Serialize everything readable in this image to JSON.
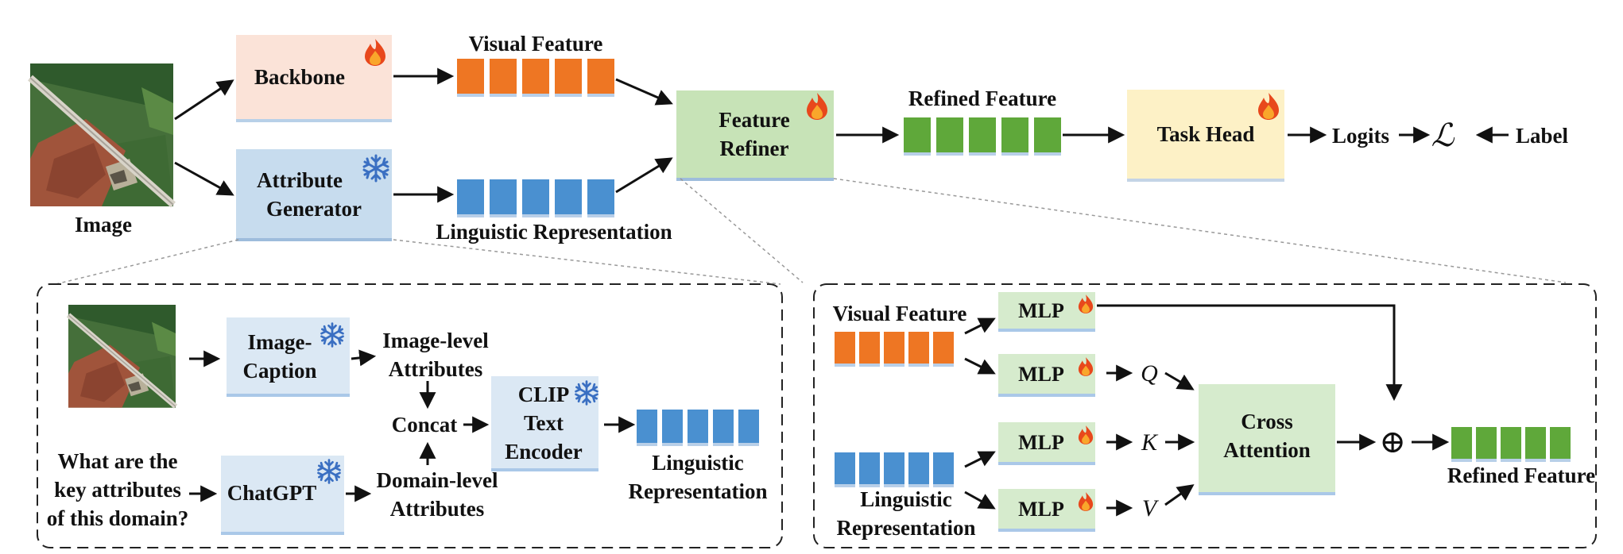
{
  "top": {
    "image_label": "Image",
    "backbone": "Backbone",
    "attribute_generator": [
      "Attribute",
      "Generator"
    ],
    "visual_feature": "Visual Feature",
    "linguistic_representation": "Linguistic Representation",
    "feature_refiner": [
      "Feature",
      "Refiner"
    ],
    "refined_feature": "Refined Feature",
    "task_head": "Task Head",
    "logits": "Logits",
    "loss_symbol": "ℒ",
    "label": "Label"
  },
  "left_panel": {
    "image_caption": [
      "Image-",
      "Caption"
    ],
    "image_level_attributes": [
      "Image-level",
      "Attributes"
    ],
    "concat": "Concat",
    "clip_encoder": [
      "CLIP",
      "Text",
      "Encoder"
    ],
    "linguistic_representation": [
      "Linguistic",
      "Representation"
    ],
    "question": [
      "What are the",
      "key attributes",
      "of this domain?"
    ],
    "chatgpt": "ChatGPT",
    "domain_level_attributes": [
      "Domain-level",
      "Attributes"
    ]
  },
  "right_panel": {
    "visual_feature": "Visual Feature",
    "linguistic_representation": [
      "Linguistic",
      "Representation"
    ],
    "mlp": "MLP",
    "q": "Q",
    "k": "K",
    "v": "V",
    "cross_attention": [
      "Cross",
      "Attention"
    ],
    "oplus": "⊕",
    "refined_feature": "Refined Feature"
  },
  "colors": {
    "visual": "#ee7623",
    "linguistic": "#4a90d0",
    "refined": "#5fa83a",
    "backbone_fill": "#fbe3d8",
    "attr_fill": "#c7dcee",
    "refiner_fill": "#c7e3b7",
    "task_fill": "#fdf1c6"
  },
  "icons": [
    "fire-icon",
    "snowflake-icon"
  ]
}
